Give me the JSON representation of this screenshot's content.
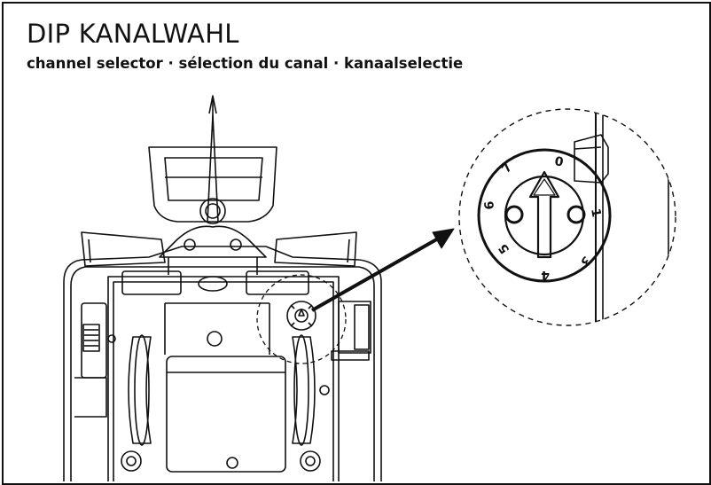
{
  "header": {
    "title": "DIP KANALWAHL",
    "subtitle": "channel selector · sélection du canal · kanaalselectie"
  },
  "dial": {
    "numbers": [
      "0",
      "1",
      "3",
      "4",
      "5",
      "6",
      "7"
    ],
    "selected": "0"
  }
}
